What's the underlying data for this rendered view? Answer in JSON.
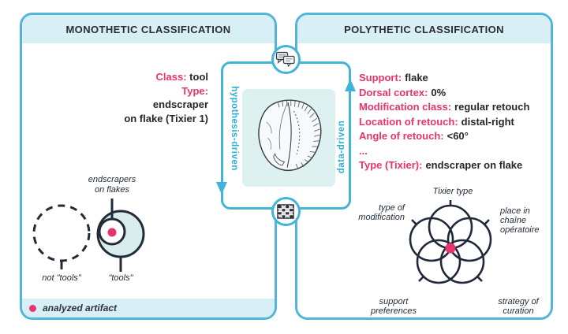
{
  "figure": {
    "type": "comparison-diagram",
    "accent_colors": {
      "teal_border": "#52b5d9",
      "teal_text": "#2eafd6",
      "light_cyan_band": "#d8f0f5",
      "cyan_fill": "#d9edef",
      "pink_accent": "#e8336c",
      "dark_text": "#26262e",
      "navy_stroke": "#1f2a38"
    }
  },
  "left_panel": {
    "title": "MONOTHETIC CLASSIFICATION",
    "classification": {
      "class_label": "Class:",
      "class_value": "tool",
      "type_label": "Type:",
      "type_value_line1": "endscraper",
      "type_value_line2": "on flake (Tixier 1)"
    },
    "sets": {
      "subset_label_line1": "endscrapers",
      "subset_label_line2": "on flakes",
      "not_tools_label": "not \"tools\"",
      "tools_label": "\"tools\""
    },
    "legend": {
      "dot_icon": "analyzed-artifact-dot",
      "label": "analyzed artifact"
    }
  },
  "right_panel": {
    "title": "POLYTHETIC CLASSIFICATION",
    "attributes": [
      {
        "label": "Support:",
        "value": "flake"
      },
      {
        "label": "Dorsal cortex:",
        "value": "0%"
      },
      {
        "label": "Modification class:",
        "value": "regular retouch"
      },
      {
        "label": "Location of retouch:",
        "value": "distal-right"
      },
      {
        "label": "Angle of retouch:",
        "value": "<60°"
      },
      {
        "label": "...",
        "value": ""
      },
      {
        "label": "Type (Tixier):",
        "value": "endscraper on flake"
      }
    ],
    "venn": {
      "top_label": "Tixier type",
      "upper_left": [
        "type of",
        "modification"
      ],
      "upper_right": [
        "place in",
        "chaîne",
        "opératoire"
      ],
      "lower_left": [
        "support",
        "preferences"
      ],
      "lower_right": [
        "strategy of",
        "curation"
      ]
    }
  },
  "center": {
    "hypothesis_label": "hypothesis-driven",
    "data_label": "data-driven",
    "top_icon": "conversation-bubbles-icon",
    "bottom_icon": "data-table-icon",
    "artifact_image": "endscraper-flake-sketch"
  }
}
